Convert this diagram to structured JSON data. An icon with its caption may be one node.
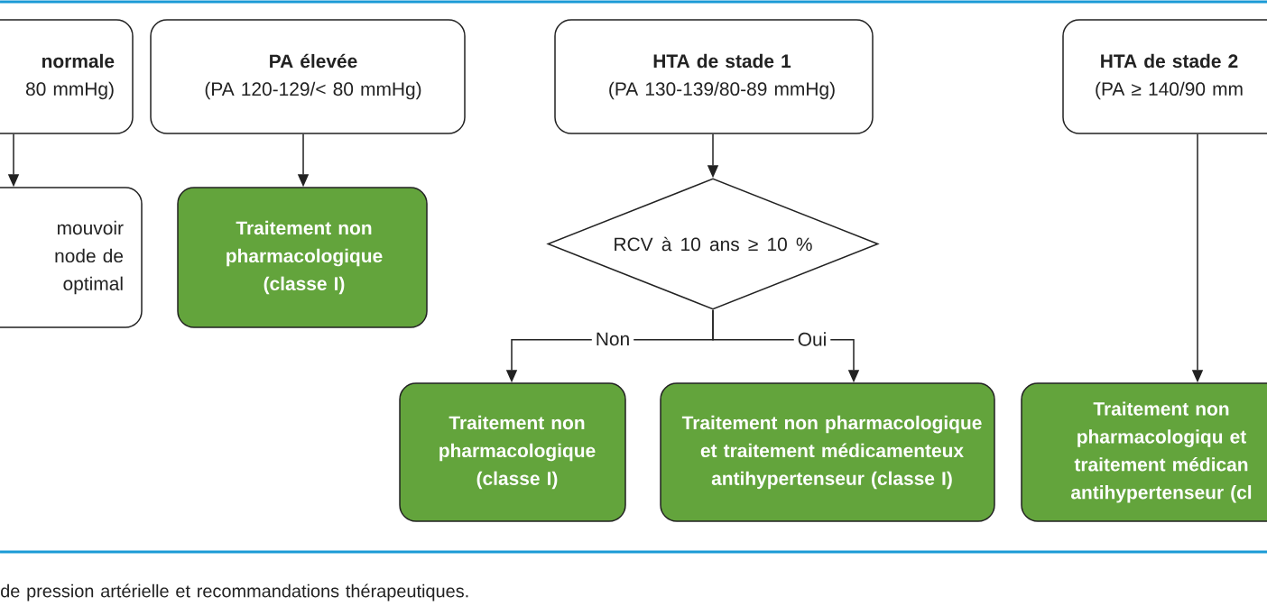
{
  "diagram": {
    "caption": "de pression artérielle et recommandations thérapeutiques.",
    "nodes": [
      {
        "text": [
          "normale",
          "80 mmHg)"
        ]
      },
      {
        "text": [
          "PA élevée",
          "(PA 120-129/< 80 mmHg)"
        ]
      },
      {
        "text": [
          "HTA de stade 1",
          "(PA 130-139/80-89 mmHg)"
        ]
      },
      {
        "text": [
          "HTA de stade 2",
          "(PA ≥ 140/90 mm"
        ]
      },
      {
        "text": [
          "mouvoir node de optimal"
        ]
      },
      {
        "text": [
          "Traitement non pharmacologique (classe I)"
        ]
      },
      {
        "text": [
          "RCV à 10 ans ≥ 10 %"
        ]
      },
      {
        "text": [
          "Traitement non pharmacologique (classe I)"
        ]
      },
      {
        "text": [
          "Traitement non pharmacologique et traitement médicamenteux antihypertenseur (classe I)"
        ]
      },
      {
        "text": [
          "Traitement non pharmacologiqu et traitement médican antihypertenseur (cl"
        ]
      }
    ],
    "edges": [
      {
        "from": 0,
        "to": 4,
        "arrow": "to"
      },
      {
        "from": 1,
        "to": 5,
        "arrow": "to"
      },
      {
        "from": 2,
        "to": 6,
        "arrow": "to"
      },
      {
        "from": 6,
        "to": 7,
        "arrow": "to",
        "label": "Non"
      },
      {
        "from": 6,
        "to": 8,
        "arrow": "to",
        "label": "Oui"
      },
      {
        "from": 3,
        "to": 9,
        "arrow": "to"
      }
    ]
  }
}
